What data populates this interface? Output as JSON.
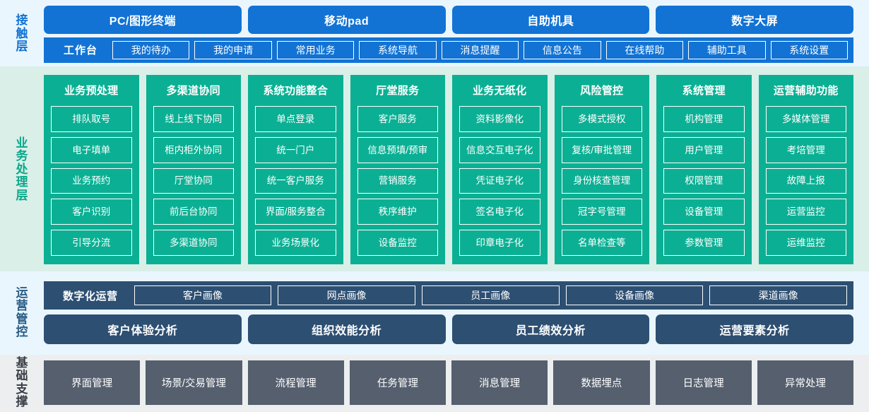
{
  "layers": [
    {
      "label": "接触层",
      "channels": [
        "PC/图形终端",
        "移动pad",
        "自助机具",
        "数字大屏"
      ],
      "workbench_title": "工作台",
      "workbench_items": [
        "我的待办",
        "我的申请",
        "常用业务",
        "系统导航",
        "消息提醒",
        "信息公告",
        "在线帮助",
        "辅助工具",
        "系统设置"
      ]
    },
    {
      "label": "业务处理层",
      "columns": [
        {
          "title": "业务预处理",
          "items": [
            "排队取号",
            "电子填单",
            "业务预约",
            "客户识别",
            "引导分流"
          ]
        },
        {
          "title": "多渠道协同",
          "items": [
            "线上线下协同",
            "柜内柜外协同",
            "厅堂协同",
            "前后台协同",
            "多渠道协同"
          ]
        },
        {
          "title": "系统功能整合",
          "items": [
            "单点登录",
            "统一门户",
            "统一客户服务",
            "界面/服务整合",
            "业务场景化"
          ]
        },
        {
          "title": "厅堂服务",
          "items": [
            "客户服务",
            "信息预填/预审",
            "营销服务",
            "秩序维护",
            "设备监控"
          ]
        },
        {
          "title": "业务无纸化",
          "items": [
            "资料影像化",
            "信息交互电子化",
            "凭证电子化",
            "签名电子化",
            "印章电子化"
          ]
        },
        {
          "title": "风险管控",
          "items": [
            "多模式授权",
            "复核/审批管理",
            "身份核查管理",
            "冠字号管理",
            "名单检查等"
          ]
        },
        {
          "title": "系统管理",
          "items": [
            "机构管理",
            "用户管理",
            "权限管理",
            "设备管理",
            "参数管理"
          ]
        },
        {
          "title": "运营辅助功能",
          "items": [
            "多媒体管理",
            "考培管理",
            "故障上报",
            "运营监控",
            "运维监控"
          ]
        }
      ]
    },
    {
      "label": "运营管控",
      "portrait_title": "数字化运营",
      "portrait_items": [
        "客户画像",
        "网点画像",
        "员工画像",
        "设备画像",
        "渠道画像"
      ],
      "analysis_items": [
        "客户体验分析",
        "组织效能分析",
        "员工绩效分析",
        "运营要素分析"
      ]
    },
    {
      "label": "基础支撑",
      "items": [
        "界面管理",
        "场景/交易管理",
        "流程管理",
        "任务管理",
        "消息管理",
        "数据埋点",
        "日志管理",
        "异常处理"
      ]
    }
  ],
  "colors": {
    "contact_band": "#eaf6fd",
    "contact_accent": "#1273d4",
    "business_band": "#d9efe8",
    "business_accent": "#0bb094",
    "ops_band": "#eaf6fd",
    "ops_accent": "#2d4f72",
    "foundation_band": "#eceef0",
    "foundation_accent": "#555f6e"
  }
}
